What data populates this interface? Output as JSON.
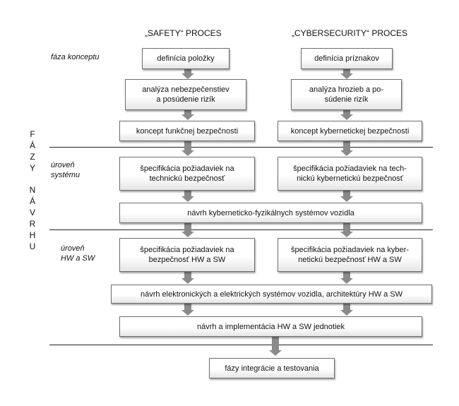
{
  "headers": {
    "safety": "„SAFETY“ PROCES",
    "cyber": "„CYBERSECURITY“ PROCES"
  },
  "levels": {
    "concept": "fáza konceptu",
    "system_line1": "úroveň",
    "system_line2": "systému",
    "hwsw_line1": "úroveň",
    "hwsw_line2": "HW a SW"
  },
  "side_label_letters": [
    "F",
    "Á",
    "Z",
    "Y",
    "",
    "N",
    "Á",
    "V",
    "R",
    "H",
    "U"
  ],
  "boxes": {
    "safety_item_def": "definícia položky",
    "cyber_item_def": "definícia príznakov",
    "safety_hazard_l1": "analýza nebezpečenstiev",
    "safety_hazard_l2": "a posúdenie rizík",
    "cyber_threat_l1": "analýza hrozieb a po-",
    "cyber_threat_l2": "súdenie rizík",
    "safety_func_concept": "koncept funkčnej bezpečnosti",
    "cyber_concept": "koncept kybernetickej bezpečnosti",
    "safety_tech_req_l1": "špecifikácia požiadaviek na",
    "safety_tech_req_l2": "technickú bezpečnosť",
    "cyber_tech_req_l1": "špecifikácia požiadaviek na tech-",
    "cyber_tech_req_l2": "nickú kybernetickú bezpečnosť",
    "cps_design": "návrh kyberneticko-fyzikálnych systémov vozidla",
    "safety_hwsw_req_l1": "špecifikácia požiadaviek na",
    "safety_hwsw_req_l2": "bezpečnosť HW a SW",
    "cyber_hwsw_req_l1": "špecifikácia požiadaviek na kyber-",
    "cyber_hwsw_req_l2": "netickú bezpečnosť HW a SW",
    "electronics_design": "návrh elektronických a elektrických systémov vozidla, architektúry HW a SW",
    "units_impl": "návrh a implementácia HW a SW jednotiek",
    "integration": "fázy integrácie a testovania"
  },
  "colors": {
    "arrow": "#8a8a8a",
    "box_border": "#6e6e6e",
    "divider": "#222222"
  }
}
